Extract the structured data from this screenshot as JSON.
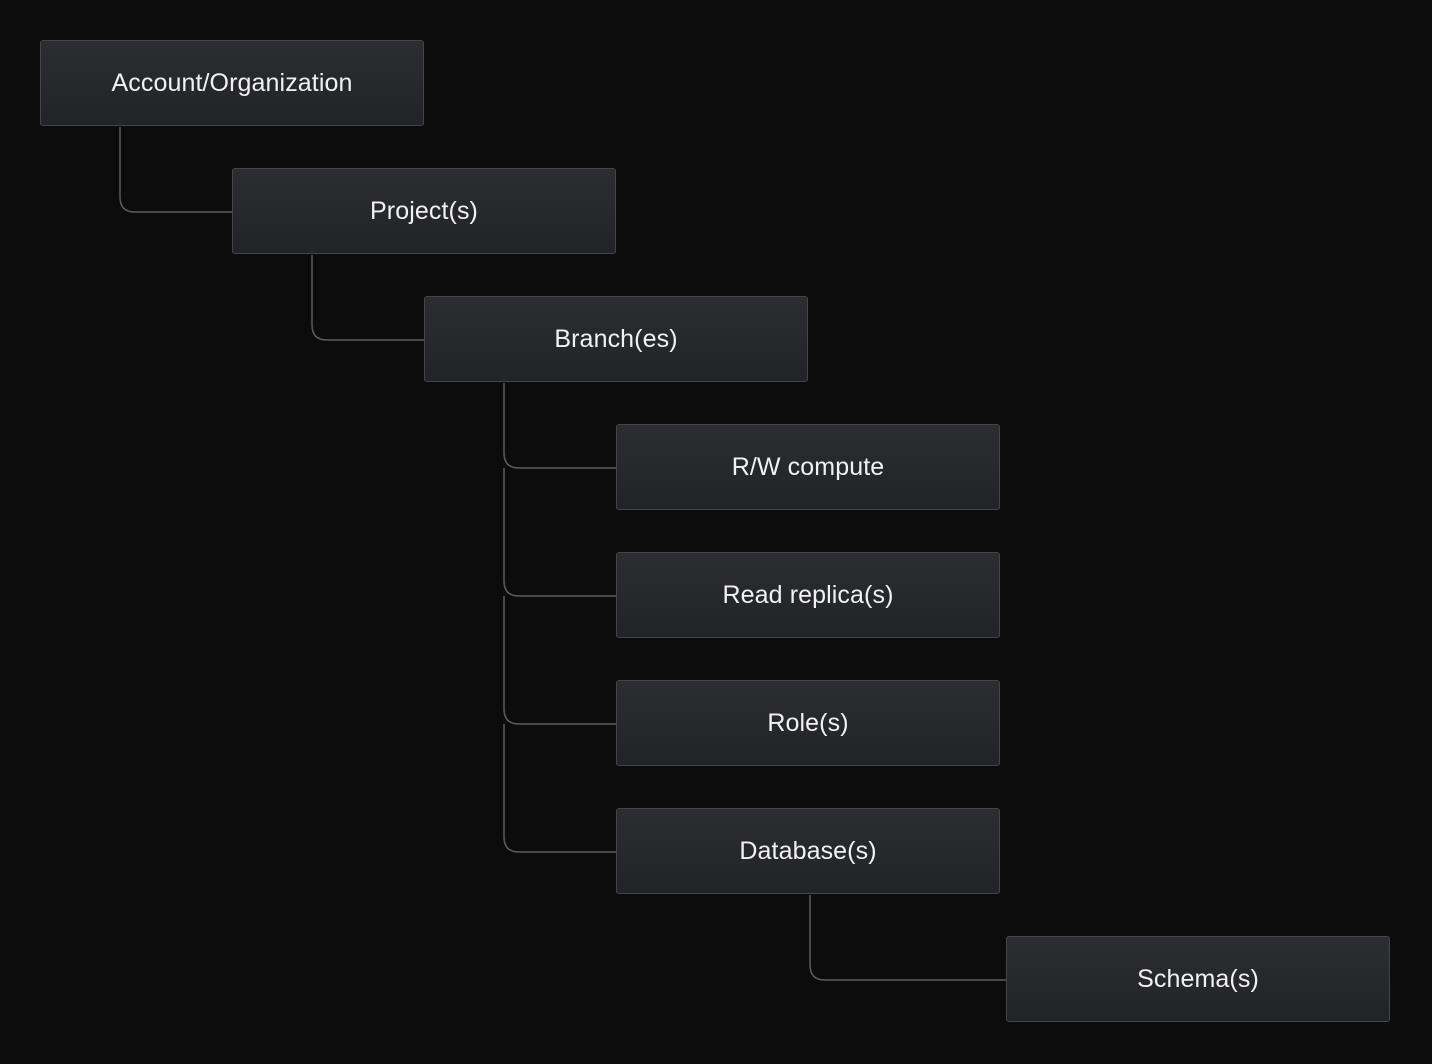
{
  "diagram": {
    "nodes": [
      {
        "id": "account",
        "label": "Account/Organization"
      },
      {
        "id": "project",
        "label": "Project(s)"
      },
      {
        "id": "branch",
        "label": "Branch(es)"
      },
      {
        "id": "compute",
        "label": "R/W compute"
      },
      {
        "id": "replica",
        "label": "Read replica(s)"
      },
      {
        "id": "role",
        "label": "Role(s)"
      },
      {
        "id": "database",
        "label": "Database(s)"
      },
      {
        "id": "schema",
        "label": "Schema(s)"
      }
    ],
    "edges": [
      {
        "from": "account",
        "to": "project"
      },
      {
        "from": "project",
        "to": "branch"
      },
      {
        "from": "branch",
        "to": "compute"
      },
      {
        "from": "branch",
        "to": "replica"
      },
      {
        "from": "branch",
        "to": "role"
      },
      {
        "from": "branch",
        "to": "database"
      },
      {
        "from": "database",
        "to": "schema"
      }
    ],
    "colors": {
      "background": "#0c0c0d",
      "node_fill": "#28292d",
      "node_border": "#45464c",
      "connector": "#5b5c61",
      "text": "#f1f1f3"
    }
  }
}
